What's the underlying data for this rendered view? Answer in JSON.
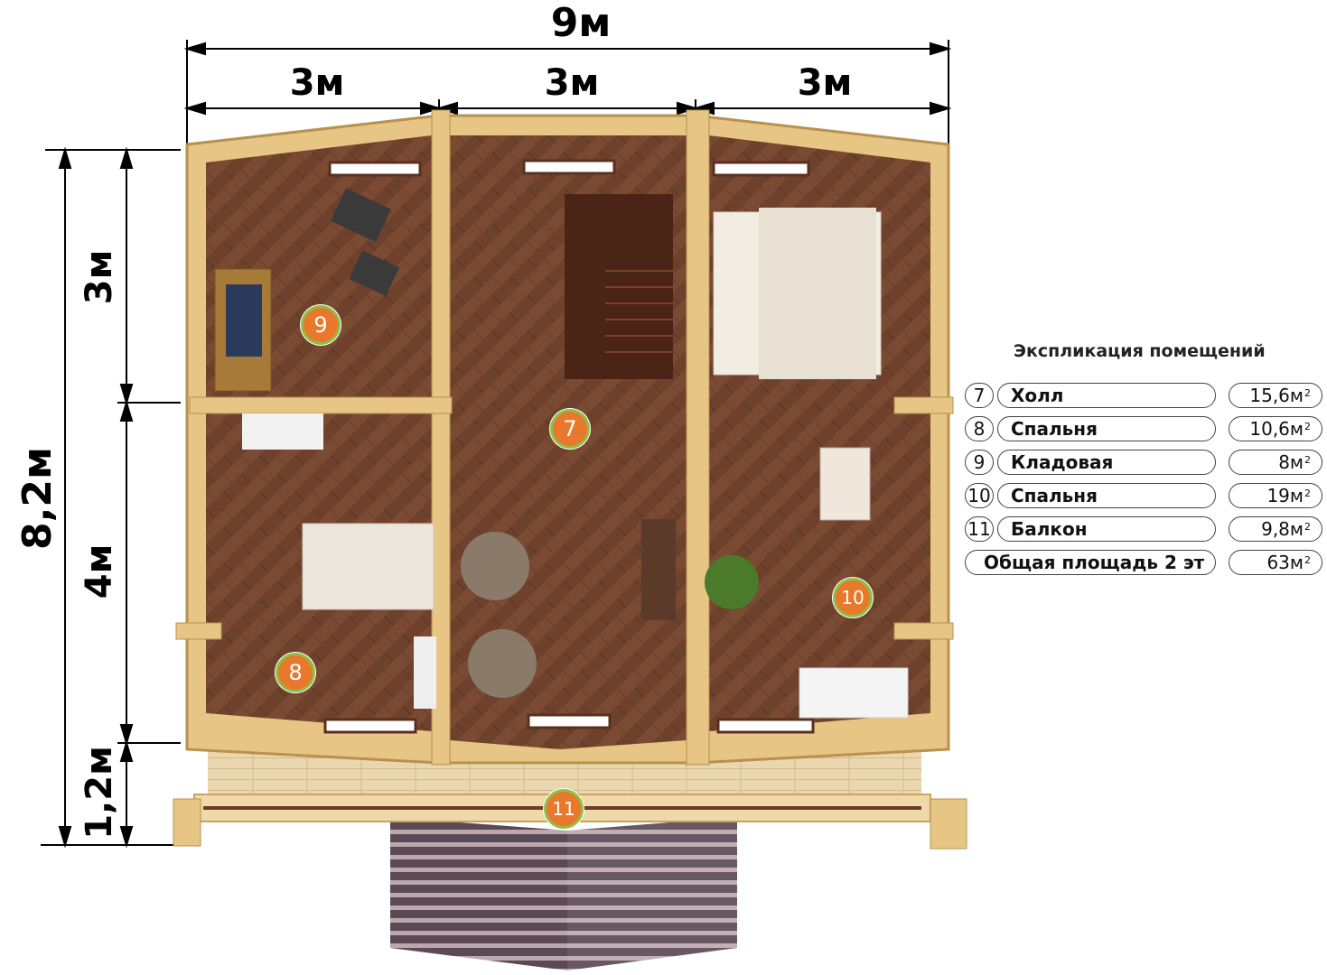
{
  "dimensions": {
    "total_width": "9м",
    "segment_1": "3м",
    "segment_2": "3м",
    "segment_3": "3м",
    "total_depth": "8,2м",
    "depth_1": "3м",
    "depth_2": "4м",
    "depth_3": "1,2м"
  },
  "room_markers": [
    "7",
    "8",
    "9",
    "10",
    "11"
  ],
  "legend": {
    "title": "Экспликация помещений",
    "rooms": [
      {
        "num": "7",
        "name": "Холл",
        "area": "15,6м",
        "sup": "2"
      },
      {
        "num": "8",
        "name": "Спальня",
        "area": "10,6м",
        "sup": "2"
      },
      {
        "num": "9",
        "name": "Кладовая",
        "area": "8м",
        "sup": "2"
      },
      {
        "num": "10",
        "name": "Спальня",
        "area": "19м",
        "sup": "2"
      },
      {
        "num": "11",
        "name": "Балкон",
        "area": "9,8м",
        "sup": "2"
      }
    ],
    "total": {
      "name": "Общая площадь 2 эт",
      "area": "63м",
      "sup": "2"
    }
  },
  "colors": {
    "floor": "#7a4a33",
    "floor_dark": "#5e3724",
    "log_wall": "#e6c585",
    "log_wall_dark": "#c9a263",
    "balcony_deck": "#e9d5ae",
    "railing": "#6b3a2a",
    "marker_fill": "#e8782c",
    "marker_ring": "#8fbf45"
  }
}
